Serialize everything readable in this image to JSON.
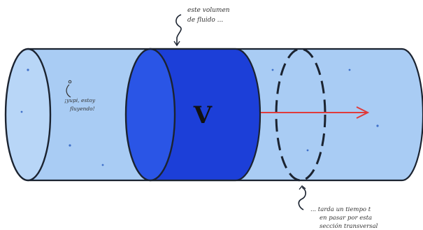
{
  "labels": {
    "volume_symbol": "V",
    "top_note": [
      "este volumen",
      "de fluido ..."
    ],
    "fluid_note": [
      "¡yupi, estoy",
      "fluyendo!"
    ],
    "bottom_note": [
      "... tarda un tiempo t",
      "en pasar por esta",
      "sección transversal"
    ]
  },
  "colors": {
    "pipe_fill": "#a9ccf4",
    "pipe_stroke": "#1b2330",
    "volume_fill": "#1c3fd8",
    "arrow": "#e03b3b",
    "note_text": "#333333"
  }
}
